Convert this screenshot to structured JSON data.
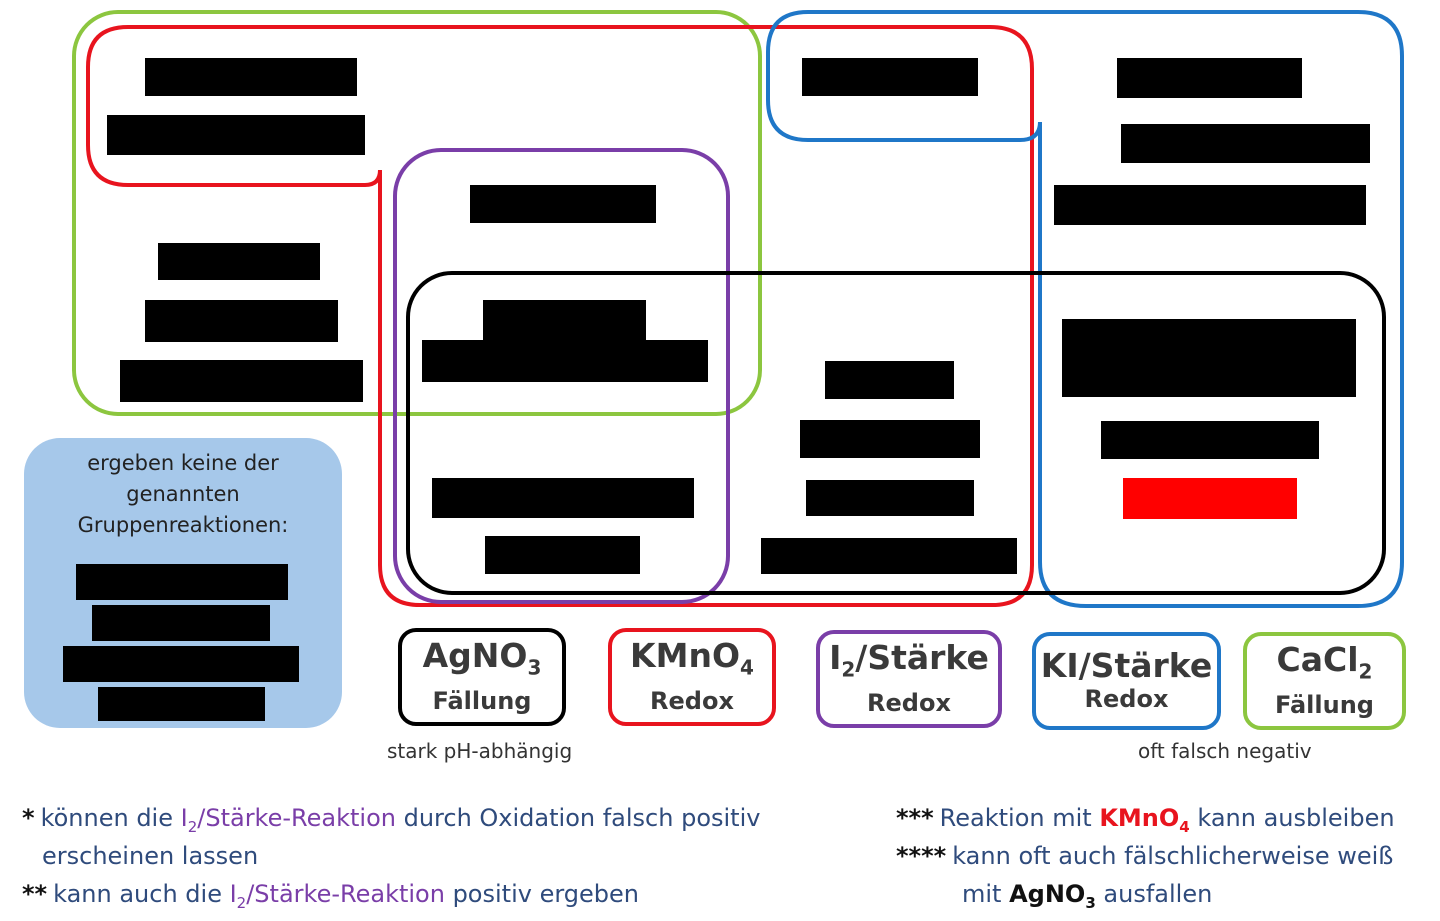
{
  "colors": {
    "black": "#000000",
    "red": "#e8141e",
    "purple": "#7a3ea8",
    "blue": "#1f77c8",
    "green": "#8cc63f",
    "light_blue_fill": "#a6c8ea",
    "footnote_text": "#2f4b7c"
  },
  "no_reaction_box": {
    "text": "ergeben keine der\ngenannten\nGruppenreaktionen:"
  },
  "legend": [
    {
      "id": "agno3",
      "main": "AgNO",
      "sub": "3",
      "tail": "",
      "type": "Fällung",
      "note": "stark pH-abhängig"
    },
    {
      "id": "kmno4",
      "main": "KMnO",
      "sub": "4",
      "tail": "",
      "type": "Redox",
      "note": ""
    },
    {
      "id": "i2",
      "main": "I",
      "sub": "2",
      "tail": "/Stärke",
      "type": "Redox",
      "note": ""
    },
    {
      "id": "ki",
      "main": "KI/Stärke",
      "sub": "",
      "tail": "",
      "type": "Redox",
      "note": "oft falsch negativ"
    },
    {
      "id": "cacl2",
      "main": "CaCl",
      "sub": "2",
      "tail": "",
      "type": "Fällung",
      "note": ""
    }
  ],
  "footnotes": {
    "f1": {
      "marker": "*",
      "t1": "können die ",
      "hl_a": "I",
      "hl_sub": "2",
      "hl_b": "/Stärke-Reaktion",
      "t2": " durch Oxidation falsch positiv",
      "line2": "erscheinen lassen"
    },
    "f2": {
      "marker": "**",
      "t1": "kann auch die ",
      "hl_a": "I",
      "hl_sub": "2",
      "hl_b": "/Stärke-Reaktion",
      "t2": " positiv ergeben"
    },
    "f3": {
      "marker": "***",
      "t1": "Reaktion mit ",
      "hl_a": "KMnO",
      "hl_sub": "4",
      "t2": " kann ausbleiben"
    },
    "f4": {
      "marker": "****",
      "t1": "kann oft auch fälschlicherweise weiß",
      "l2a": "mit ",
      "hl_a": "AgNO",
      "hl_sub": "3",
      "l2b": " ausfallen"
    }
  }
}
